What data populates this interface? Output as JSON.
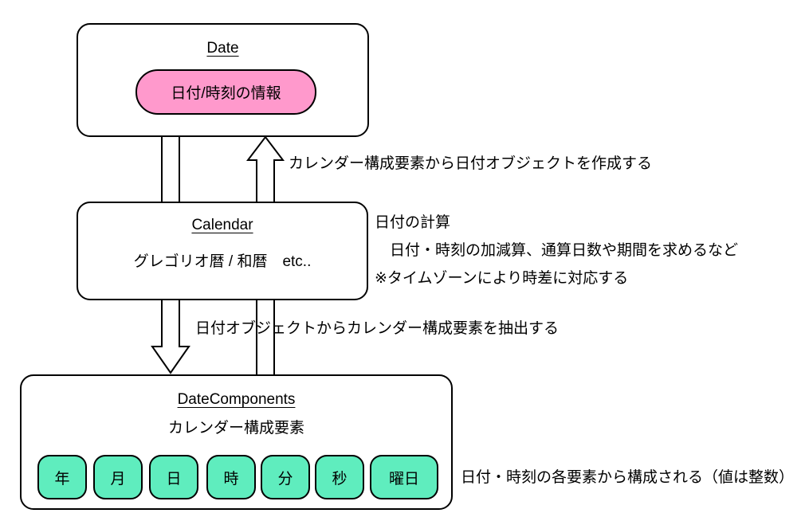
{
  "diagram": {
    "date_box": {
      "title": "Date",
      "pill_label": "日付/時刻の情報"
    },
    "calendar_box": {
      "title": "Calendar",
      "subtitle": "グレゴリオ暦 / 和暦　etc.."
    },
    "datecomponents_box": {
      "title": "DateComponents",
      "subtitle": "カレンダー構成要素",
      "components": [
        "年",
        "月",
        "日",
        "時",
        "分",
        "秒",
        "曜日"
      ]
    },
    "arrow_labels": {
      "create": "カレンダー構成要素から日付オブジェクトを作成する",
      "extract": "日付オブジェクトからカレンダー構成要素を抽出する"
    },
    "calendar_notes": {
      "line1": "日付の計算",
      "line2": "　日付・時刻の加減算、通算日数や期間を求めるなど",
      "line3": "※タイムゾーンにより時差に対応する"
    },
    "datecomponents_note": "日付・時刻の各要素から構成される（値は整数）",
    "colors": {
      "pill_pink": "#ff99cc",
      "pill_green": "#5fedbe",
      "line_black": "#000000",
      "background": "#ffffff"
    }
  }
}
